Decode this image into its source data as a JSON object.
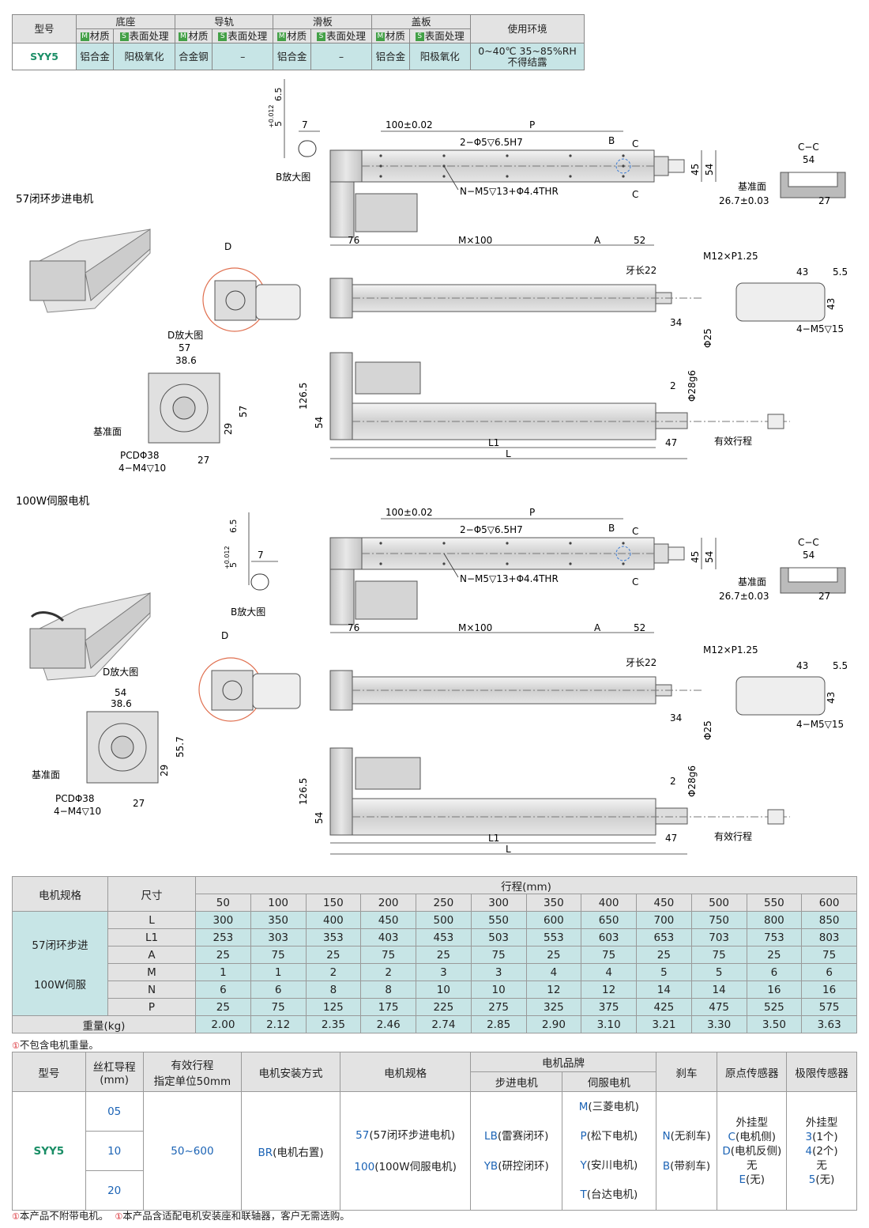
{
  "spec": {
    "headers": {
      "model": "型号",
      "base": "底座",
      "rail": "导轨",
      "slider": "滑板",
      "cover": "盖板",
      "env": "使用环境",
      "material": "材质",
      "surface": "表面处理",
      "m": "M",
      "s": "S"
    },
    "row": {
      "model": "SYY5",
      "base_material": "铝合金",
      "base_surface": "阳极氧化",
      "rail_material": "合金钢",
      "rail_surface": "–",
      "slider_material": "铝合金",
      "slider_surface": "–",
      "cover_material": "铝合金",
      "cover_surface": "阳极氧化",
      "env_line1": "0~40℃  35~85%RH",
      "env_line2": "不得结露"
    }
  },
  "drawings": {
    "section1_title": "57闭环步进电机",
    "section2_title": "100W伺服电机",
    "b_zoom": "B放大图",
    "d_zoom": "D放大图",
    "d_label": "D",
    "tol_top": "+0.012",
    "tol_bottom": "0",
    "tol_base": "5",
    "depth_65": "6.5",
    "dim_7": "7",
    "pitch": "100±0.02",
    "p": "P",
    "hole_2": "2−Φ5▽6.5H7",
    "n_holes": "N−M5▽13+Φ4.4THR",
    "b": "B",
    "c": "C",
    "dim_76": "76",
    "mx100": "M×100",
    "a": "A",
    "dim_52": "52",
    "dim_45": "45",
    "dim_54": "54",
    "cc": "C−C",
    "cc_54": "54",
    "datum": "基准面",
    "datum_dim": "26.7±0.03",
    "cc_27": "27",
    "thread": "M12×P1.25",
    "thread_len": "牙长22",
    "dim_34": "34",
    "dim_25": "Φ25",
    "end_43a": "43",
    "end_55": "5.5",
    "end_43b": "43",
    "end_m5": "4−M5▽15",
    "d57": "57",
    "d386": "38.6",
    "d54": "54",
    "d57v": "57",
    "d557": "55.7",
    "d29": "29",
    "d27": "27",
    "pcd": "PCDΦ38",
    "m4": "4−M4▽10",
    "h1265": "126.5",
    "h54": "54",
    "d2": "2",
    "shaft": "Φ28g6",
    "l1": "L1",
    "l": "L",
    "d47": "47",
    "stroke": "有效行程"
  },
  "dim_table": {
    "h_motor": "电机规格",
    "h_size": "尺寸",
    "h_stroke": "行程(mm)",
    "strokes": [
      "50",
      "100",
      "150",
      "200",
      "250",
      "300",
      "350",
      "400",
      "450",
      "500",
      "550",
      "600"
    ],
    "motor1": "57闭环步进",
    "motor2": "100W伺服",
    "rows": [
      {
        "label": "L",
        "values": [
          "300",
          "350",
          "400",
          "450",
          "500",
          "550",
          "600",
          "650",
          "700",
          "750",
          "800",
          "850"
        ]
      },
      {
        "label": "L1",
        "values": [
          "253",
          "303",
          "353",
          "403",
          "453",
          "503",
          "553",
          "603",
          "653",
          "703",
          "753",
          "803"
        ]
      },
      {
        "label": "A",
        "values": [
          "25",
          "75",
          "25",
          "75",
          "25",
          "75",
          "25",
          "75",
          "25",
          "75",
          "25",
          "75"
        ]
      },
      {
        "label": "M",
        "values": [
          "1",
          "1",
          "2",
          "2",
          "3",
          "3",
          "4",
          "4",
          "5",
          "5",
          "6",
          "6"
        ]
      },
      {
        "label": "N",
        "values": [
          "6",
          "6",
          "8",
          "8",
          "10",
          "10",
          "12",
          "12",
          "14",
          "14",
          "16",
          "16"
        ]
      },
      {
        "label": "P",
        "values": [
          "25",
          "75",
          "125",
          "175",
          "225",
          "275",
          "325",
          "375",
          "425",
          "475",
          "525",
          "575"
        ]
      },
      {
        "label": "重量(kg)",
        "values": [
          "2.00",
          "2.12",
          "2.35",
          "2.46",
          "2.74",
          "2.85",
          "2.90",
          "3.10",
          "3.21",
          "3.30",
          "3.50",
          "3.63"
        ]
      }
    ],
    "note": "不包含电机重量。",
    "note_icon": "①"
  },
  "order": {
    "h_model": "型号",
    "h_lead": "丝杠导程",
    "h_lead_unit": "(mm)",
    "h_stroke": "有效行程",
    "h_stroke_unit": "指定单位50mm",
    "h_mount": "电机安装方式",
    "h_spec": "电机规格",
    "h_brand": "电机品牌",
    "h_stepper": "步进电机",
    "h_servo": "伺服电机",
    "h_brake": "刹车",
    "h_origin": "原点传感器",
    "h_limit": "极限传感器",
    "model": "SYY5",
    "leads": [
      "05",
      "10",
      "20"
    ],
    "stroke": "50~600",
    "mount_code": "BR",
    "mount_text": "(电机右置)",
    "spec1_code": "57",
    "spec1_text": "(57闭环步进电机)",
    "spec2_code": "100",
    "spec2_text": "(100W伺服电机)",
    "stepper1_code": "LB",
    "stepper1_text": "(雷赛闭环)",
    "stepper2_code": "YB",
    "stepper2_text": "(研控闭环)",
    "servo": [
      {
        "code": "M",
        "text": "(三菱电机)"
      },
      {
        "code": "P",
        "text": "(松下电机)"
      },
      {
        "code": "Y",
        "text": "(安川电机)"
      },
      {
        "code": "T",
        "text": "(台达电机)"
      }
    ],
    "brake1_code": "N",
    "brake1_text": "(无刹车)",
    "brake2_code": "B",
    "brake2_text": "(带刹车)",
    "origin_title": "外挂型",
    "origin1_code": "C",
    "origin1_text": "(电机侧)",
    "origin2_code": "D",
    "origin2_text": "(电机反侧)",
    "origin_none": "无",
    "origin3_code": "E",
    "origin3_text": "(无)",
    "limit_title": "外挂型",
    "limit1_code": "3",
    "limit1_text": "(1个)",
    "limit2_code": "4",
    "limit2_text": "(2个)",
    "limit_none": "无",
    "limit3_code": "5",
    "limit3_text": "(无)",
    "footnote1": "本产品不附带电机。",
    "footnote2": "本产品含适配电机安装座和联轴器，客户无需选购。",
    "footnote_icon": "①"
  }
}
